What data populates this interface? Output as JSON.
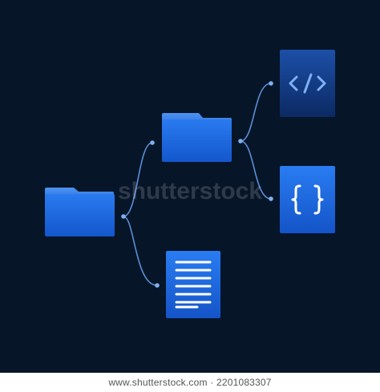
{
  "diagram": {
    "background": "#061528",
    "accent": "#1f6fe8",
    "connector_color": "#5b8fd6",
    "nodes": [
      {
        "name": "root-folder",
        "icon": "folder-icon"
      },
      {
        "name": "sub-folder",
        "icon": "folder-icon"
      },
      {
        "name": "document",
        "icon": "document-icon"
      },
      {
        "name": "html-code-file",
        "icon": "code-brackets-icon",
        "label": "</>"
      },
      {
        "name": "json-file",
        "icon": "curly-braces-icon",
        "label": "{ }"
      }
    ]
  },
  "watermark": "shutterstock",
  "footer": {
    "text": "www.shutterstock.com · 2201083307"
  }
}
